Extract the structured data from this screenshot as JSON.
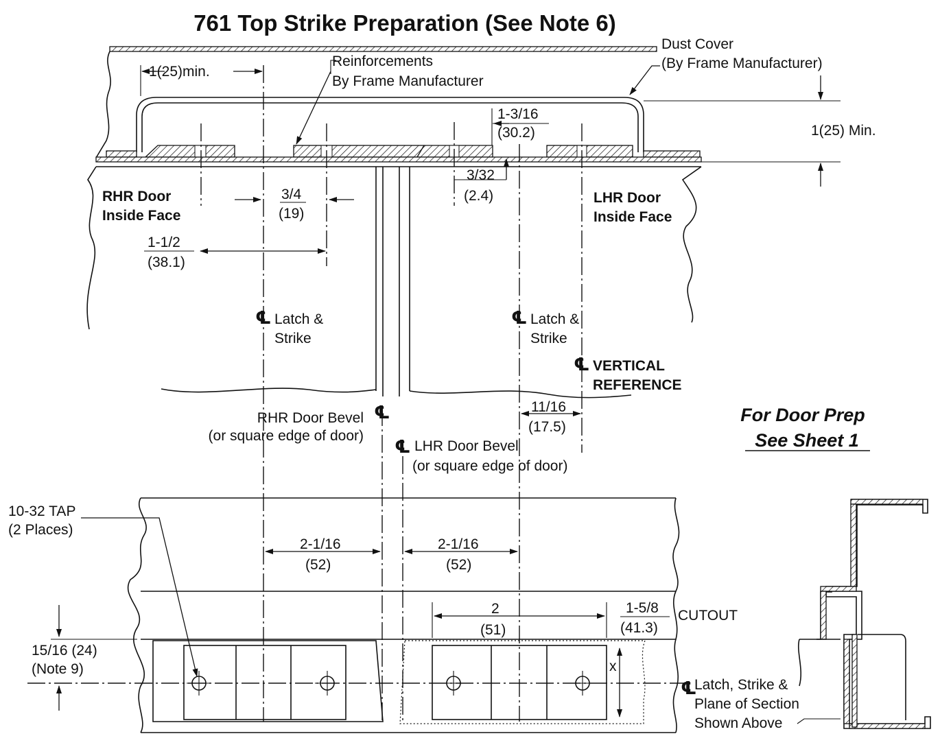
{
  "title": "761 Top Strike Preparation (See Note 6)",
  "labels": {
    "dust_cover_1": "Dust Cover",
    "dust_cover_2": "(By Frame Manufacturer)",
    "reinf_1": "Reinforcements",
    "reinf_2": "By Frame Manufacturer",
    "dim_1_25_min_lower": "1(25)min.",
    "dim_1_25_min_upper": "1(25) Min.",
    "dim_1_3_16": "1-3/16",
    "dim_30_2": "(30.2)",
    "dim_3_32": "3/32",
    "dim_2_4": "(2.4)",
    "dim_3_4": "3/4",
    "dim_19": "(19)",
    "dim_1_1_2": "1-1/2",
    "dim_38_1": "(38.1)",
    "rhr_face_1": "RHR Door",
    "rhr_face_2": "Inside Face",
    "lhr_face_1": "LHR Door",
    "lhr_face_2": "Inside Face",
    "cl_symbol": "℄",
    "latch_strike_1": "Latch &",
    "latch_strike_2": "Strike",
    "vertical_1": "VERTICAL",
    "vertical_2": "REFERENCE",
    "dim_11_16": "11/16",
    "dim_17_5": "(17.5)",
    "rhr_bevel_1": "RHR Door Bevel",
    "rhr_bevel_2": "(or square edge of door)",
    "lhr_bevel_1": "LHR Door Bevel",
    "lhr_bevel_2": "(or square edge of door)",
    "door_prep_1": "For Door Prep",
    "door_prep_2": "See Sheet 1",
    "tap_1": "10-32 TAP",
    "tap_2": "(2 Places)",
    "dim_2_1_16": "2-1/16",
    "dim_52": "(52)",
    "dim_2": "2",
    "dim_51": "(51)",
    "dim_1_5_8": "1-5/8",
    "dim_41_3": "(41.3)",
    "cutout": "CUTOUT",
    "dim_15_16": "15/16 (24)",
    "note_9": "(Note 9)",
    "dim_x": "x",
    "section_1": "Latch, Strike &",
    "section_2": "Plane of Section",
    "section_3": "Shown Above"
  },
  "colors": {
    "ink": "#111111",
    "paper": "#ffffff"
  }
}
